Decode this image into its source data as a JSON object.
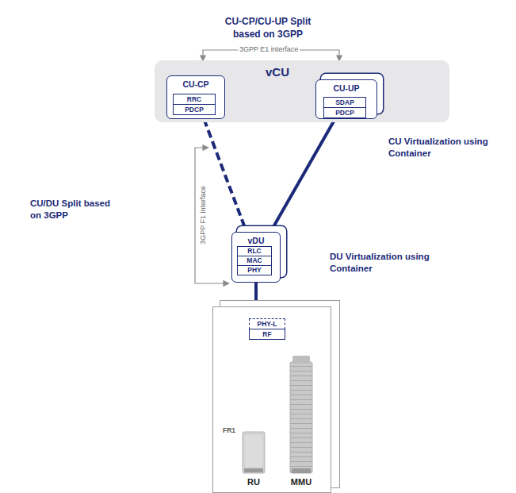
{
  "diagram": {
    "nodes": [
      {
        "text": [
          "vCU"
        ]
      },
      {
        "text": [
          "CU-CP"
        ],
        "in": 0
      },
      {
        "text": [
          "RRC"
        ],
        "in": 1
      },
      {
        "text": [
          "PDCP"
        ],
        "in": 1
      },
      {
        "text": [
          "CU-UP"
        ],
        "in": 0
      },
      {
        "text": [
          "SDAP"
        ],
        "in": 4
      },
      {
        "text": [
          "PDCP"
        ],
        "in": 4
      },
      {
        "text": [
          "vDU"
        ]
      },
      {
        "text": [
          "RLC"
        ],
        "in": 7
      },
      {
        "text": [
          "MAC"
        ],
        "in": 7
      },
      {
        "text": [
          "PHY"
        ],
        "in": 7
      },
      {
        "text": [
          "FR1"
        ]
      },
      {
        "text": [
          "PHY-L"
        ],
        "in": 11
      },
      {
        "text": [
          "RF"
        ],
        "in": 11
      }
    ],
    "edges": [
      {
        "from": 1,
        "to": 4,
        "arrow": "none"
      },
      {
        "from": 1,
        "to": 7,
        "arrow": "none"
      },
      {
        "from": 4,
        "to": 7,
        "arrow": "none"
      },
      {
        "from": 7,
        "to": 11,
        "arrow": "none"
      }
    ],
    "labels": [
      "CU-CP/CU-UP Split based on 3GPP",
      "3GPP E1 interface",
      "CU Virtualization using Container",
      "CU/DU Split based on 3GPP",
      "3GPP F1 interface",
      "DU Virtualization using Container",
      "RU",
      "MMU"
    ]
  }
}
